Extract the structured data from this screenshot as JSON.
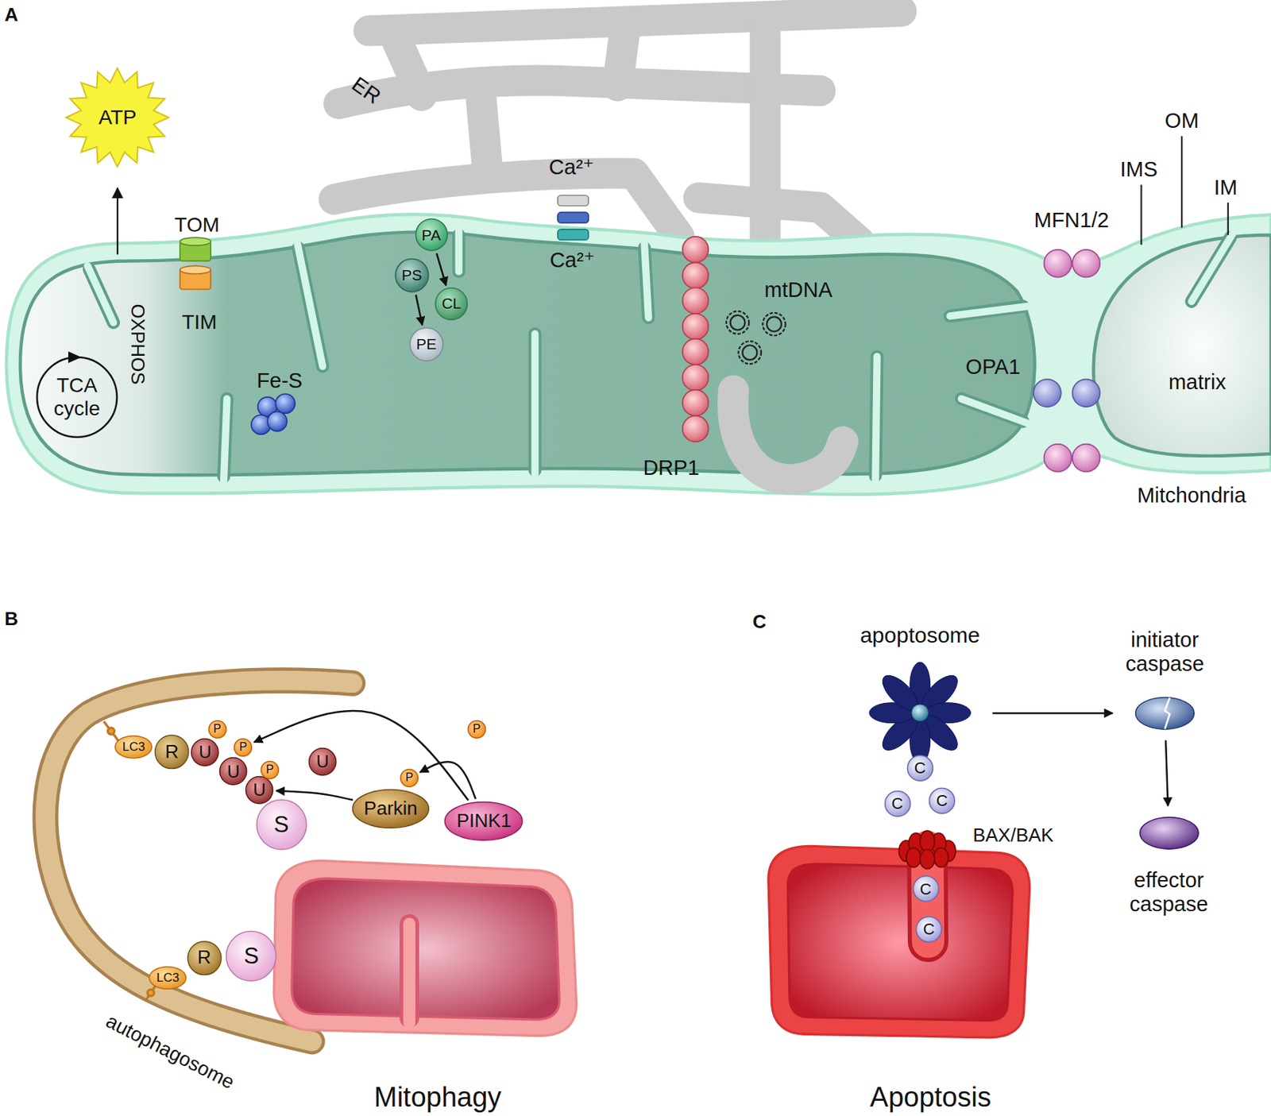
{
  "diagram": {
    "nodes": [
      {
        "text": [
          "ATP"
        ]
      },
      {
        "text": [
          "TCA cycle"
        ]
      },
      {
        "text": [
          "PA"
        ]
      },
      {
        "text": [
          "PS"
        ]
      },
      {
        "text": [
          "CL"
        ]
      },
      {
        "text": [
          "PE"
        ]
      },
      {
        "text": [
          "LC3"
        ]
      },
      {
        "text": [
          "R"
        ]
      },
      {
        "text": [
          "U"
        ]
      },
      {
        "text": [
          "U"
        ]
      },
      {
        "text": [
          "U"
        ]
      },
      {
        "text": [
          "P"
        ]
      },
      {
        "text": [
          "P"
        ]
      },
      {
        "text": [
          "P"
        ]
      },
      {
        "text": [
          "S"
        ]
      },
      {
        "text": [
          "U"
        ]
      },
      {
        "text": [
          "P"
        ]
      },
      {
        "text": [
          "P"
        ]
      },
      {
        "text": [
          "Parkin"
        ]
      },
      {
        "text": [
          "PINK1"
        ]
      },
      {
        "text": [
          "LC3"
        ]
      },
      {
        "text": [
          "R"
        ]
      },
      {
        "text": [
          "S"
        ]
      },
      {
        "text": [
          "apoptosome"
        ]
      },
      {
        "text": [
          "C"
        ]
      },
      {
        "text": [
          "C"
        ]
      },
      {
        "text": [
          "C"
        ]
      },
      {
        "text": [
          "C"
        ]
      },
      {
        "text": [
          "C"
        ]
      },
      {
        "text": [
          "initiator caspase"
        ]
      },
      {
        "text": [
          "effector caspase"
        ]
      }
    ],
    "edges": [
      {
        "from": 2,
        "to": 4,
        "arrow": "to"
      },
      {
        "from": 3,
        "to": 5,
        "arrow": "to"
      },
      {
        "from": 19,
        "to": 12,
        "arrow": "to"
      },
      {
        "from": 19,
        "to": 17,
        "arrow": "to"
      },
      {
        "from": 18,
        "to": 10,
        "arrow": "to"
      },
      {
        "from": 23,
        "to": 29,
        "arrow": "to"
      },
      {
        "from": 29,
        "to": 30,
        "arrow": "to"
      }
    ],
    "labels": [
      "A",
      "ER",
      "TOM",
      "TIM",
      "OXPHOS",
      "Fe-S",
      "Ca²⁺",
      "Ca²⁺",
      "DRP1",
      "mtDNA",
      "OPA1",
      "MFN1/2",
      "IMS",
      "OM",
      "IM",
      "matrix",
      "Mitchondria",
      "B",
      "autophagosome",
      "Mitophagy",
      "C",
      "BAX/BAK",
      "Apoptosis"
    ]
  }
}
